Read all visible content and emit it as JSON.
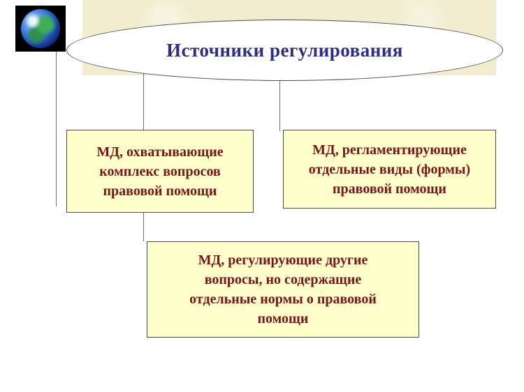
{
  "slide": {
    "title": "Источники регулирования",
    "boxes": [
      {
        "id": "box-complex-questions",
        "text": "МД, охватывающие\nкомплекс вопросов\nправовой помощи"
      },
      {
        "id": "box-separate-forms",
        "text": "МД, регламентирующие\nотдельные виды (формы)\nправовой помощи"
      },
      {
        "id": "box-other-questions",
        "text": "МД, регулирующие другие\nвопросы, но содержащие\nотдельные нормы о правовой\nпомощи"
      }
    ],
    "icons": {
      "globe": "globe-icon"
    },
    "colors": {
      "title_text": "#2d2e83",
      "box_text": "#7b1417",
      "box_fill": "#ffffcc",
      "band_fill": "#f1edce",
      "ellipse_fill": "#ffffff",
      "connector_line": "#6e6e6e",
      "globe_frame": "#000000"
    }
  }
}
